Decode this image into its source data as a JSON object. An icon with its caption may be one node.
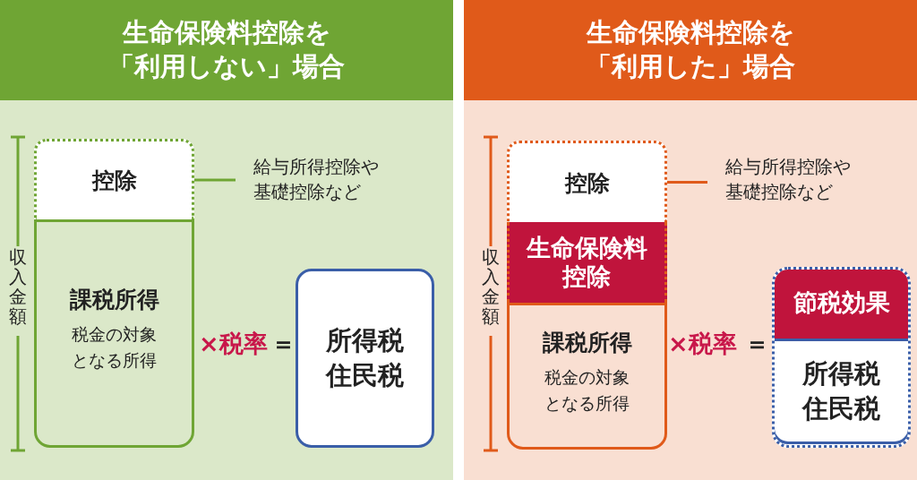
{
  "diagram": {
    "nodes": [
      {
        "text": [
          "生命保険料控除を「利用しない」場合"
        ]
      },
      {
        "text": [
          "控除"
        ],
        "in": 0
      },
      {
        "text": [
          "課税所得",
          "税金の対象となる所得"
        ],
        "in": 0
      },
      {
        "text": [
          "給与所得控除や基礎控除など"
        ],
        "in": 0
      },
      {
        "text": [
          "所得税住民税"
        ],
        "in": 0
      },
      {
        "text": [
          "生命保険料控除を「利用した」場合"
        ]
      },
      {
        "text": [
          "控除"
        ],
        "in": 5
      },
      {
        "text": [
          "生命保険料控除"
        ],
        "in": 5
      },
      {
        "text": [
          "課税所得",
          "税金の対象となる所得"
        ],
        "in": 5
      },
      {
        "text": [
          "給与所得控除や基礎控除など"
        ],
        "in": 5
      },
      {
        "text": [
          "節税効果",
          "所得税住民税"
        ],
        "in": 5
      }
    ],
    "edges": [
      {
        "from": 3,
        "to": 1,
        "arrow": "none",
        "color": "#6fa534"
      },
      {
        "from": 9,
        "to": 6,
        "arrow": "none",
        "color": "#e05a1a"
      }
    ],
    "labels": [
      "収入金額",
      "×税率",
      "＝",
      "収入金額",
      "×税率",
      "＝"
    ]
  }
}
